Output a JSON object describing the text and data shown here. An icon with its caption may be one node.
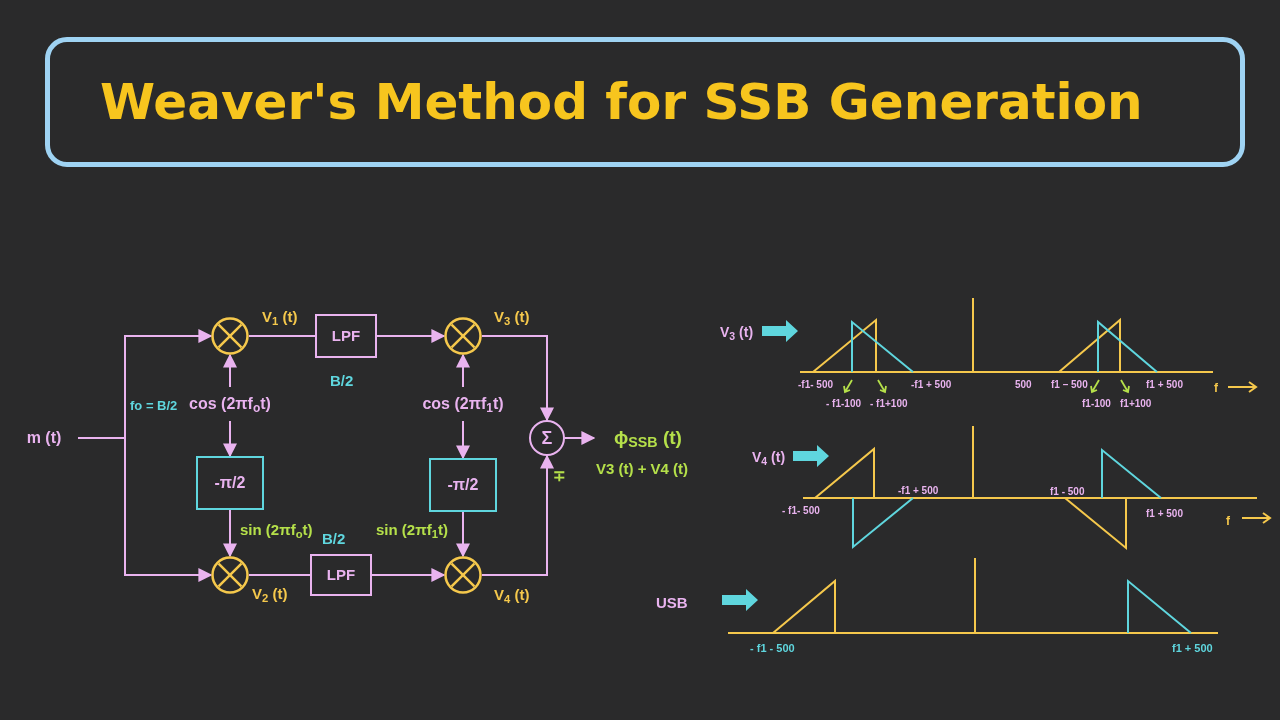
{
  "diagram": {
    "title": "Weaver's Method for SSB Generation",
    "nodes": [
      {
        "text": [
          "m (t)"
        ]
      },
      {
        "text": [],
        "shape": "circle",
        "beside": [
          "V$_{1}$ (t)"
        ]
      },
      {
        "text": [
          "LPF"
        ],
        "beside": [
          "B/2"
        ]
      },
      {
        "text": [],
        "shape": "circle",
        "beside": [
          "V$_{3}$ (t)"
        ]
      },
      {
        "text": [
          "cos (2πf$_{o}$t)"
        ]
      },
      {
        "text": [
          "cos (2πf$_{1}$t)"
        ]
      },
      {
        "text": [
          "-π/2"
        ]
      },
      {
        "text": [
          "-π/2"
        ]
      },
      {
        "text": [
          "Σ"
        ],
        "beside": [
          "∓"
        ]
      },
      {
        "text": [
          "ϕ$_{SSB}$ (t)"
        ],
        "beside": [
          "V3 (t) + V4 (t)"
        ]
      },
      {
        "text": [],
        "shape": "circle",
        "beside": [
          "V$_{2}$ (t)"
        ]
      },
      {
        "text": [
          "LPF"
        ],
        "beside": [
          "B/2"
        ]
      },
      {
        "text": [],
        "shape": "circle",
        "beside": [
          "V$_{4}$ (t)"
        ]
      }
    ],
    "edges": [
      {
        "from": 0,
        "to": 1,
        "arrow": "to"
      },
      {
        "from": 0,
        "to": 10,
        "arrow": "to"
      },
      {
        "from": 1,
        "to": 2,
        "arrow": "none"
      },
      {
        "from": 2,
        "to": 3,
        "arrow": "to"
      },
      {
        "from": 4,
        "to": 1,
        "arrow": "to"
      },
      {
        "from": 4,
        "to": 6,
        "arrow": "to"
      },
      {
        "from": 6,
        "to": 10,
        "arrow": "to",
        "label": "sin (2πf$_{o}$t)"
      },
      {
        "from": 10,
        "to": 11,
        "arrow": "none"
      },
      {
        "from": 11,
        "to": 12,
        "arrow": "to"
      },
      {
        "from": 5,
        "to": 3,
        "arrow": "to"
      },
      {
        "from": 5,
        "to": 7,
        "arrow": "to"
      },
      {
        "from": 7,
        "to": 12,
        "arrow": "to",
        "label": "sin (2πf$_{1}$t)"
      },
      {
        "from": 3,
        "to": 8,
        "arrow": "to"
      },
      {
        "from": 12,
        "to": 8,
        "arrow": "to"
      },
      {
        "from": 8,
        "to": 9,
        "arrow": "to"
      }
    ],
    "labels": [
      "fo = B/2",
      "V$_{3}$ (t)",
      "-f1- 500",
      "-f1 + 500",
      "500",
      "f1 – 500",
      "f1 + 500",
      "f",
      "- f1-100",
      "- f1+100",
      "f1-100",
      "f1+100",
      "V$_{4}$ (t)",
      "-f1 + 500",
      "f1 - 500",
      "- f1- 500",
      "f1 + 500",
      "f",
      "USB",
      "- f1 - 500",
      "f1 + 500"
    ]
  }
}
